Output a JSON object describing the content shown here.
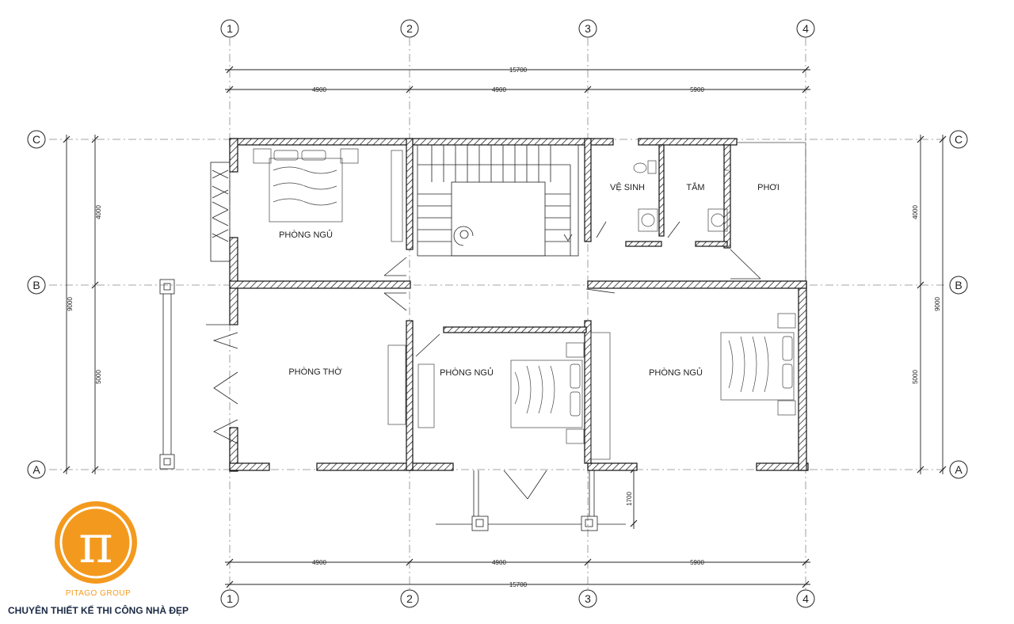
{
  "grid": {
    "columns": [
      "1",
      "2",
      "3",
      "4"
    ],
    "rows": [
      "A",
      "B",
      "C"
    ]
  },
  "dims": {
    "overall_x": "15700",
    "spans_x": [
      "4900",
      "4900",
      "5900"
    ],
    "overall_y": "9000",
    "spans_y": [
      "4000",
      "5000"
    ],
    "porch": "1700"
  },
  "rooms": {
    "bedroom_tl": "PHÒNG NGỦ",
    "wc": "VỆ SINH",
    "bath": "TẮM",
    "drying": "PHƠI",
    "altar": "PHÒNG THỜ",
    "bedroom_mid": "PHÒNG NGỦ",
    "bedroom_right": "PHÒNG NGỦ"
  },
  "brand": {
    "name": "PITAGO GROUP",
    "slogan": "CHUYÊN THIẾT KẾ THI CÔNG NHÀ ĐẸP",
    "symbol": "π",
    "color": "#f39a1e"
  }
}
